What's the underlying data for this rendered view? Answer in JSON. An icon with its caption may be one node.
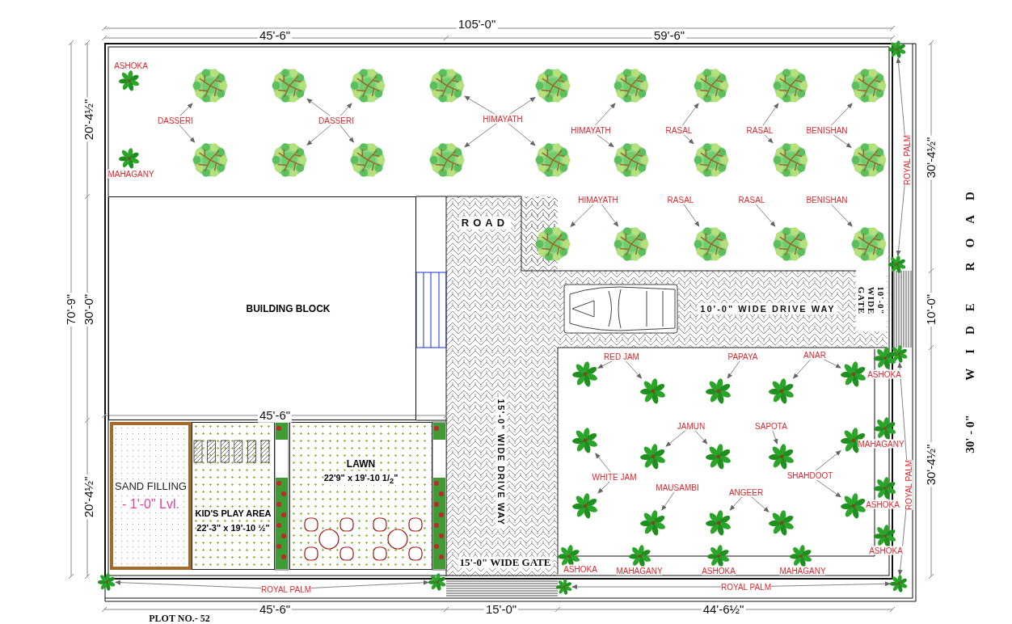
{
  "diagram": {
    "nodes": [
      {
        "text": [
          "BUILDING BLOCK"
        ]
      },
      {
        "text": [
          "SAND FILLING",
          "- 1'-0\" Lvl."
        ]
      },
      {
        "text": [
          "KID'S PLAY AREA",
          "22'-3\" x 19'-10 ½\""
        ]
      },
      {
        "text": [
          "LAWN",
          "22'9\" x 19'-10 1/$_{2}$\""
        ]
      },
      {
        "text": [
          "DASSERI"
        ]
      },
      {
        "text": [
          "DASSERI"
        ]
      },
      {
        "text": [
          "HIMAYATH"
        ]
      },
      {
        "text": [
          "HIMAYATH"
        ]
      },
      {
        "text": [
          "RASAL"
        ]
      },
      {
        "text": [
          "RASAL"
        ]
      },
      {
        "text": [
          "BENISHAN"
        ]
      },
      {
        "text": [
          "HIMAYATH"
        ]
      },
      {
        "text": [
          "RASAL"
        ]
      },
      {
        "text": [
          "RASAL"
        ]
      },
      {
        "text": [
          "BENISHAN"
        ]
      },
      {
        "text": [
          "ROYAL PALM"
        ]
      },
      {
        "text": [
          "RED JAM"
        ]
      },
      {
        "text": [
          "PAPAYA"
        ]
      },
      {
        "text": [
          "ANAR"
        ]
      },
      {
        "text": [
          "JAMUN"
        ]
      },
      {
        "text": [
          "SAPOTA"
        ]
      },
      {
        "text": [
          "WHITE JAM"
        ]
      },
      {
        "text": [
          "MAUSAMBI"
        ]
      },
      {
        "text": [
          "ANGEER"
        ]
      },
      {
        "text": [
          "SHAHDOOT"
        ]
      },
      {
        "text": [
          "ROYAL PALM"
        ]
      },
      {
        "text": [
          "ROYAL PALM"
        ]
      },
      {
        "text": [
          "ROYAL PALM"
        ]
      },
      {
        "text": [],
        "shape": "tree"
      },
      {
        "text": [],
        "shape": "tree"
      },
      {
        "text": [],
        "shape": "tree"
      },
      {
        "text": [],
        "shape": "tree"
      },
      {
        "text": [],
        "shape": "tree"
      },
      {
        "text": [],
        "shape": "tree"
      },
      {
        "text": [],
        "shape": "tree"
      },
      {
        "text": [],
        "shape": "tree"
      },
      {
        "text": [],
        "shape": "tree"
      },
      {
        "text": [],
        "shape": "tree"
      },
      {
        "text": [],
        "shape": "tree"
      },
      {
        "text": [],
        "shape": "tree"
      },
      {
        "text": [],
        "shape": "tree"
      },
      {
        "text": [],
        "shape": "tree"
      },
      {
        "text": [],
        "shape": "tree"
      },
      {
        "text": [],
        "shape": "tree"
      },
      {
        "text": [],
        "shape": "tree"
      },
      {
        "text": [],
        "shape": "tree"
      },
      {
        "text": [],
        "shape": "tree"
      },
      {
        "text": [],
        "shape": "tree"
      },
      {
        "text": [],
        "shape": "tree"
      },
      {
        "text": [],
        "shape": "tree"
      },
      {
        "text": [],
        "shape": "tree"
      },
      {
        "text": [],
        "shape": "palm"
      },
      {
        "text": [],
        "shape": "palm"
      },
      {
        "text": [],
        "shape": "palm"
      },
      {
        "text": [],
        "shape": "palm"
      },
      {
        "text": [],
        "shape": "palm"
      },
      {
        "text": [],
        "shape": "palm"
      },
      {
        "text": [],
        "shape": "palm"
      },
      {
        "text": [],
        "shape": "palm"
      },
      {
        "text": [],
        "shape": "palm"
      },
      {
        "text": [],
        "shape": "palm"
      },
      {
        "text": [],
        "shape": "palm"
      },
      {
        "text": [],
        "shape": "palm"
      },
      {
        "text": [],
        "shape": "palm"
      },
      {
        "text": [],
        "shape": "palm"
      },
      {
        "text": [],
        "shape": "palm"
      },
      {
        "text": [],
        "shape": "palm"
      },
      {
        "text": [],
        "shape": "palm"
      },
      {
        "text": [],
        "shape": "palm"
      },
      {
        "text": [],
        "shape": "palm"
      },
      {
        "text": [],
        "shape": "palm"
      },
      {
        "text": [],
        "shape": "palm"
      },
      {
        "text": [],
        "shape": "palm"
      }
    ],
    "edges": [
      {
        "from": 4,
        "to": 28,
        "arrow": "to"
      },
      {
        "from": 4,
        "to": 37,
        "arrow": "to"
      },
      {
        "from": 5,
        "to": 29,
        "arrow": "to"
      },
      {
        "from": 5,
        "to": 38,
        "arrow": "to"
      },
      {
        "from": 5,
        "to": 30,
        "arrow": "to"
      },
      {
        "from": 5,
        "to": 39,
        "arrow": "to"
      },
      {
        "from": 6,
        "to": 31,
        "arrow": "to"
      },
      {
        "from": 6,
        "to": 40,
        "arrow": "to"
      },
      {
        "from": 6,
        "to": 32,
        "arrow": "to"
      },
      {
        "from": 6,
        "to": 41,
        "arrow": "to"
      },
      {
        "from": 7,
        "to": 33,
        "arrow": "to"
      },
      {
        "from": 7,
        "to": 42,
        "arrow": "to"
      },
      {
        "from": 8,
        "to": 34,
        "arrow": "to"
      },
      {
        "from": 8,
        "to": 43,
        "arrow": "to"
      },
      {
        "from": 9,
        "to": 35,
        "arrow": "to"
      },
      {
        "from": 9,
        "to": 44,
        "arrow": "to"
      },
      {
        "from": 10,
        "to": 36,
        "arrow": "to"
      },
      {
        "from": 10,
        "to": 45,
        "arrow": "to"
      },
      {
        "from": 11,
        "to": 46,
        "arrow": "to"
      },
      {
        "from": 11,
        "to": 47,
        "arrow": "to"
      },
      {
        "from": 12,
        "to": 48,
        "arrow": "to"
      },
      {
        "from": 13,
        "to": 49,
        "arrow": "to"
      },
      {
        "from": 14,
        "to": 50,
        "arrow": "to"
      },
      {
        "from": 15,
        "to": 51,
        "arrow": "to"
      },
      {
        "from": 15,
        "to": 52,
        "arrow": "to"
      },
      {
        "from": 16,
        "to": 53,
        "arrow": "to"
      },
      {
        "from": 16,
        "to": 54,
        "arrow": "to"
      },
      {
        "from": 17,
        "to": 55,
        "arrow": "to"
      },
      {
        "from": 18,
        "to": 56,
        "arrow": "to"
      },
      {
        "from": 18,
        "to": 57,
        "arrow": "to"
      },
      {
        "from": 19,
        "to": 59,
        "arrow": "to"
      },
      {
        "from": 19,
        "to": 60,
        "arrow": "to"
      },
      {
        "from": 20,
        "to": 61,
        "arrow": "to"
      },
      {
        "from": 21,
        "to": 58,
        "arrow": "to"
      },
      {
        "from": 21,
        "to": 63,
        "arrow": "to"
      },
      {
        "from": 22,
        "to": 64,
        "arrow": "to"
      },
      {
        "from": 23,
        "to": 65,
        "arrow": "to"
      },
      {
        "from": 23,
        "to": 66,
        "arrow": "to"
      },
      {
        "from": 24,
        "to": 62,
        "arrow": "to"
      },
      {
        "from": 24,
        "to": 67,
        "arrow": "to"
      },
      {
        "from": 25,
        "to": 68,
        "arrow": "to"
      },
      {
        "from": 25,
        "to": 69,
        "arrow": "to"
      },
      {
        "from": 26,
        "to": 70,
        "arrow": "to"
      },
      {
        "from": 26,
        "to": 69,
        "arrow": "to"
      },
      {
        "from": 27,
        "to": 72,
        "arrow": "to"
      },
      {
        "from": 27,
        "to": 71,
        "arrow": "to"
      }
    ],
    "labels": [
      "105'-0\"",
      "45'-6\"",
      "59'-6\"",
      "ASHOKA",
      "MAHAGANY",
      "70'-9\"",
      "20'-4½\"",
      "30'-4½\"",
      "ROAD",
      "30'-0\"",
      "10'-0\" WIDE DRIVE WAY",
      "10'-0\" WIDE GATE",
      "10'-0\"",
      "30' - 0\"",
      "WIDE ROAD",
      "45'-6\"",
      "15'-0\" WIDE DRIVE WAY",
      "20'-4½\"",
      "30'-4½\"",
      "ASHOKA",
      "MAHAGANY",
      "ASHOKA",
      "ASHOKA",
      "15'-0\" WIDE GATE",
      "ASHOKA",
      "MAHAGANY",
      "ASHOKA",
      "MAHAGANY",
      "45'-6\"",
      "15'-0\"",
      "44'-6½\"",
      "PLOT NO.- 52"
    ]
  }
}
